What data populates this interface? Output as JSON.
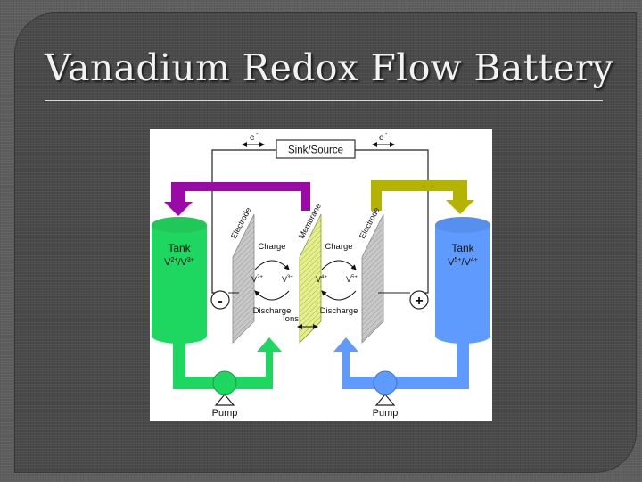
{
  "slide": {
    "title": "Vanadium Redox Flow Battery"
  },
  "diagram": {
    "sink_source": "Sink/Source",
    "electron_left": "e",
    "electron_right": "e",
    "electron_sup": "-",
    "electrode_left": "Electrode",
    "electrode_right": "Electrode",
    "membrane": "Membrane",
    "tank_left": {
      "label": "Tank",
      "ion_a": "V",
      "sup_a": "2+",
      "sep": "/",
      "ion_b": "V",
      "sup_b": "3+"
    },
    "tank_right": {
      "label": "Tank",
      "ion_a": "V",
      "sup_a": "5+",
      "sep": "/",
      "ion_b": "V",
      "sup_b": "4+"
    },
    "cell_left": {
      "charge": "Charge",
      "discharge": "Discharge",
      "ion_a": "V",
      "sup_a": "2+",
      "ion_b": "V",
      "sup_b": "3+"
    },
    "cell_right": {
      "charge": "Charge",
      "discharge": "Discharge",
      "ion_a": "V",
      "sup_a": "4+",
      "ion_b": "V",
      "sup_b": "5+"
    },
    "ions": "Ions",
    "terminal_negative": "-",
    "terminal_positive": "+",
    "pump_left": "Pump",
    "pump_right": "Pump",
    "colors": {
      "tank_left": "#1ed760",
      "tank_right": "#5f9bff",
      "pipe_top_left": "#9b0aa8",
      "pipe_top_right": "#b4b400",
      "membrane": "#e2ee8c",
      "electrode": "#bfbfbf"
    }
  }
}
